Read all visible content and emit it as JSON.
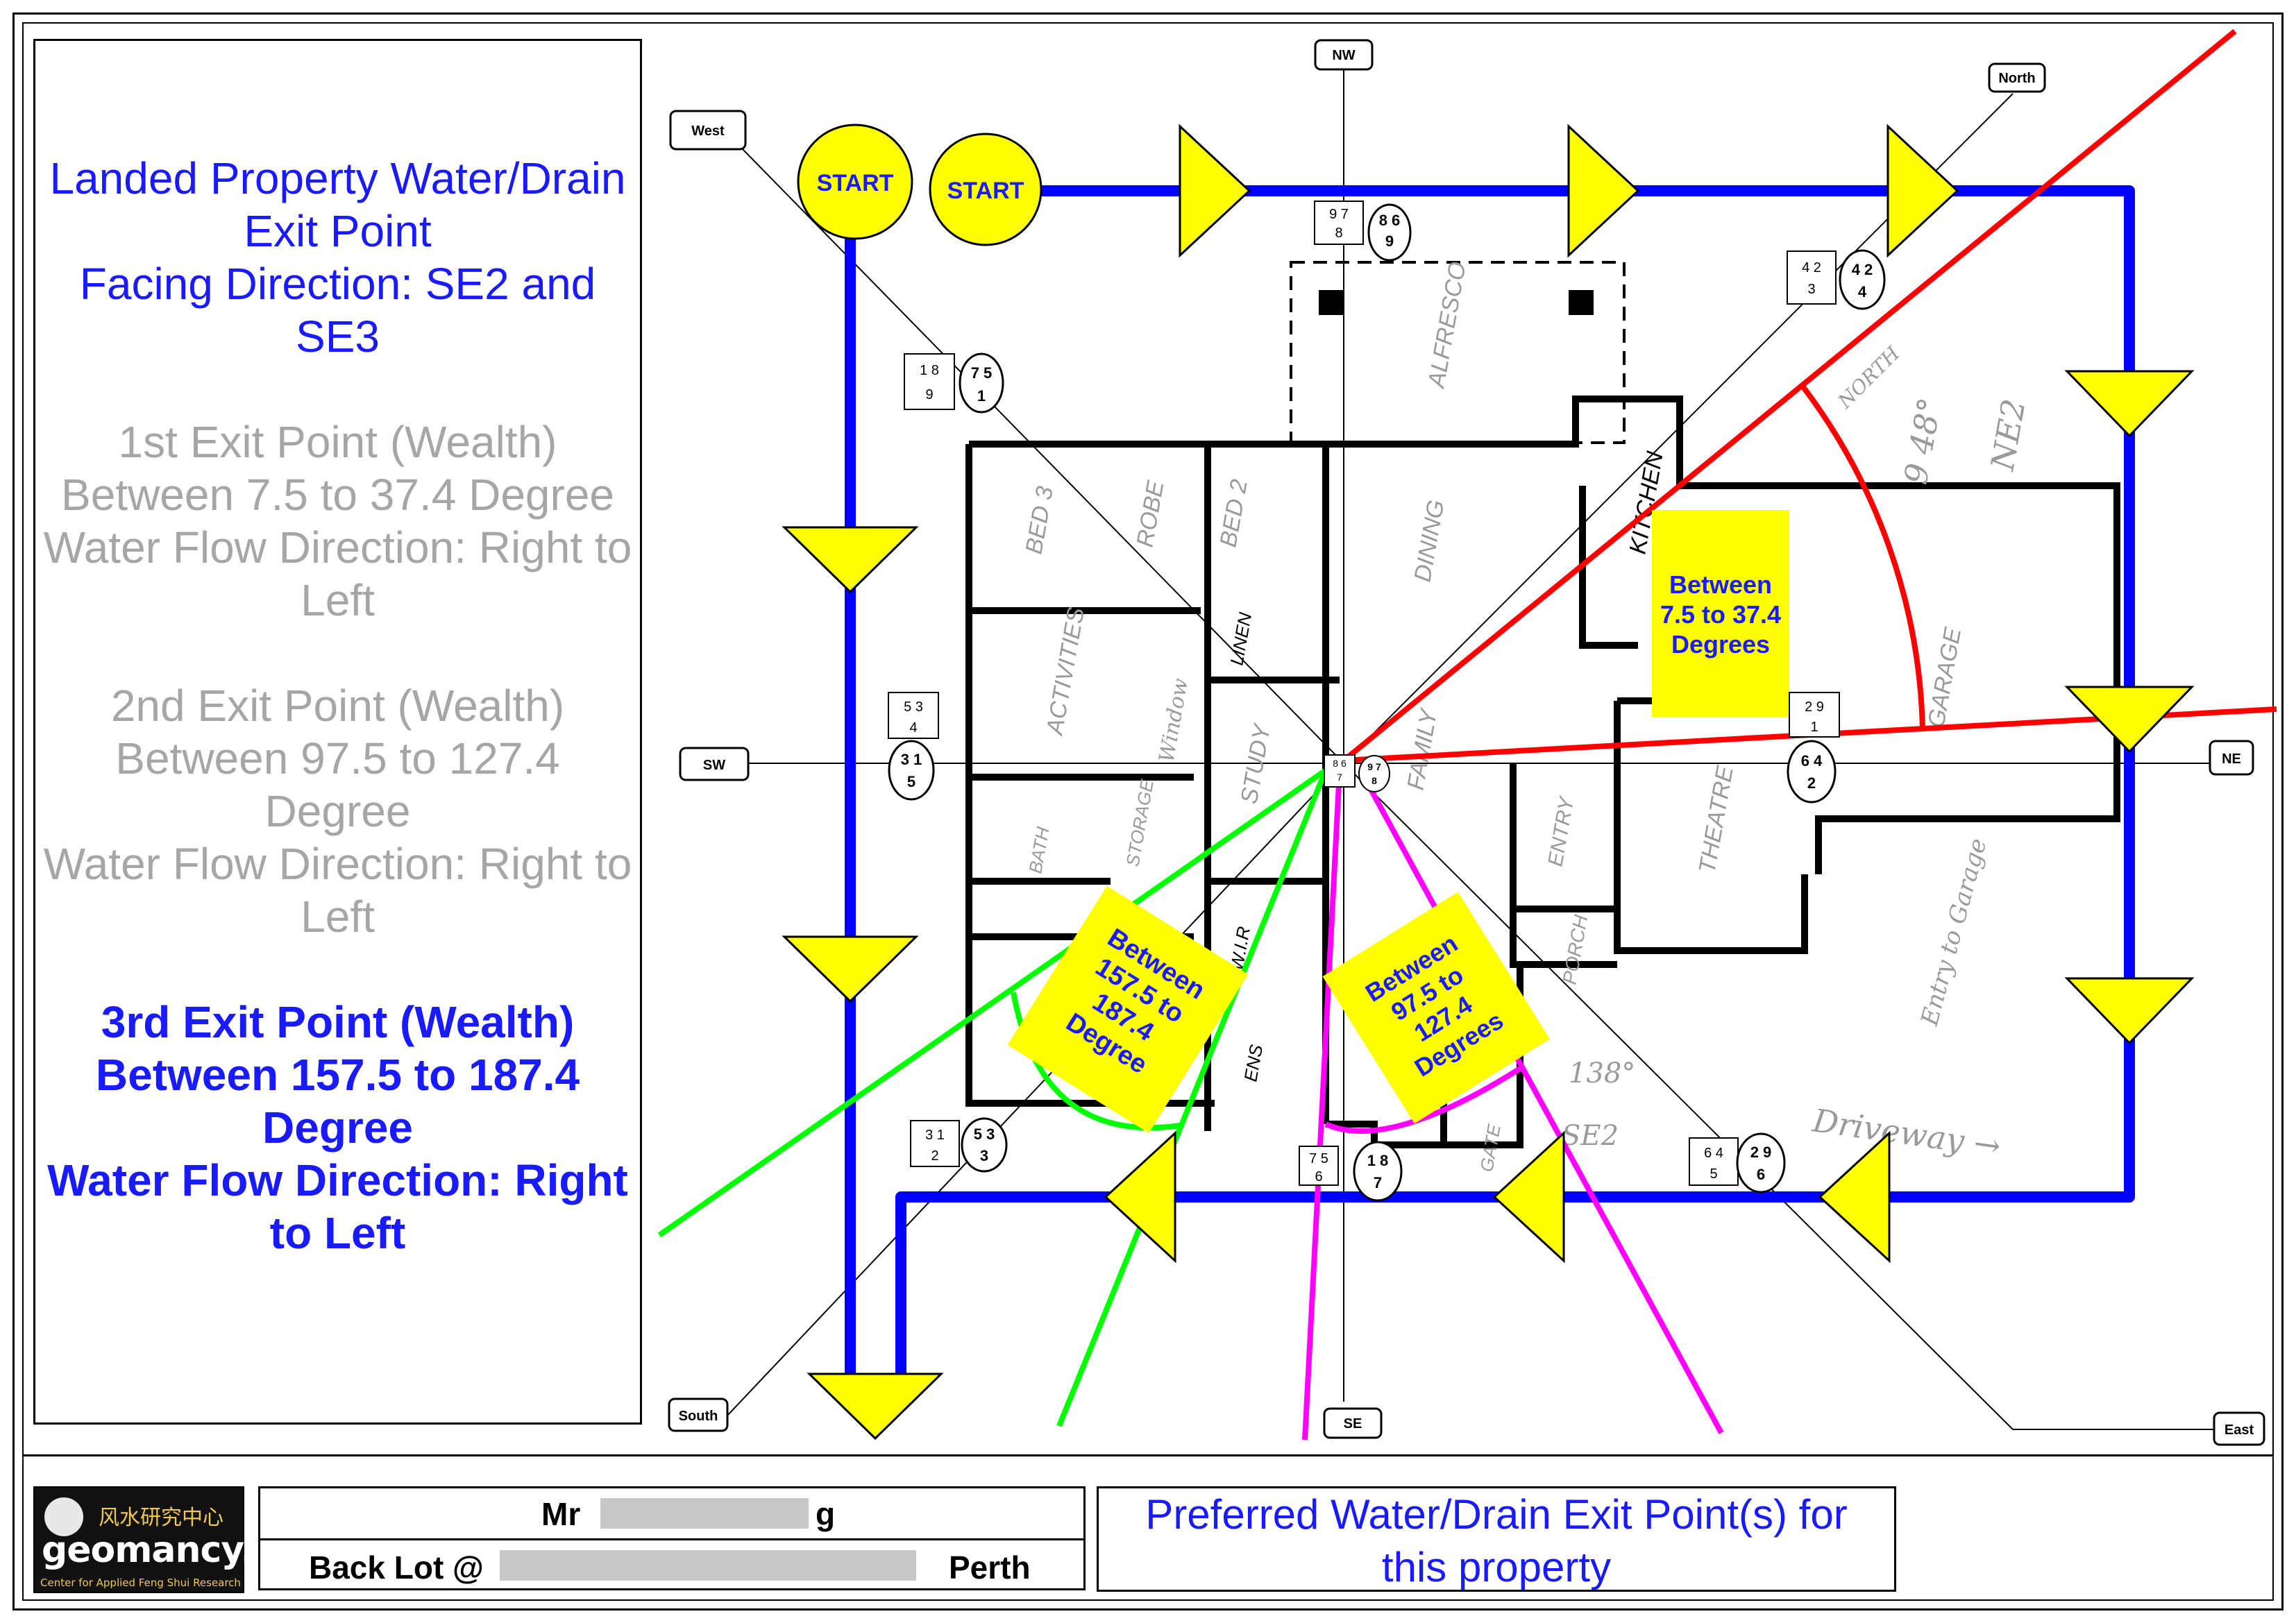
{
  "sidebar": {
    "title": [
      "Landed Property Water/Drain",
      "Exit Point",
      "Facing Direction: SE2 and",
      "SE3"
    ],
    "exit1": [
      "1st Exit Point (Wealth)",
      "Between 7.5 to 37.4 Degree",
      "Water Flow Direction: Right to",
      "Left"
    ],
    "exit2": [
      "2nd Exit Point (Wealth)",
      "Between 97.5 to 127.4",
      "Degree",
      "Water Flow Direction: Right to",
      "Left"
    ],
    "exit3": [
      "3rd Exit Point (Wealth)",
      "Between 157.5 to 187.4",
      "Degree",
      "Water Flow Direction: Right",
      "to Left"
    ]
  },
  "compass": {
    "NW": "NW",
    "North": "North",
    "West": "West",
    "SW": "SW",
    "NE": "NE",
    "South": "South",
    "SE": "SE",
    "East": "East"
  },
  "start_labels": [
    "START",
    "START"
  ],
  "zones": {
    "z1": [
      "Between",
      "7.5 to 37.4",
      "Degrees"
    ],
    "z2": [
      "Between",
      "97.5 to",
      "127.4",
      "Degrees"
    ],
    "z3": [
      "Between",
      "157.5 to",
      "187.4",
      "Degree"
    ]
  },
  "stars": {
    "nw_sq": [
      "9 7",
      "8"
    ],
    "nw_ci": [
      "8 6",
      "9"
    ],
    "w_sq": [
      "1 8",
      "9"
    ],
    "w_ci": [
      "7 5",
      "1"
    ],
    "n_sq": [
      "4 2",
      "3"
    ],
    "n_ci": [
      "4 2",
      "4"
    ],
    "sw_sq": [
      "5 3",
      "4"
    ],
    "sw_ci": [
      "3 1",
      "5"
    ],
    "c_sq": [
      "8 6",
      "7"
    ],
    "c_ci": [
      "9 7",
      "8"
    ],
    "ne_sq": [
      "2 9",
      "1"
    ],
    "ne_ci": [
      "6 4",
      "2"
    ],
    "s_sq": [
      "3 1",
      "2"
    ],
    "s_ci": [
      "5 3",
      "3"
    ],
    "se_sq": [
      "7 5",
      "6"
    ],
    "se_ci": [
      "1 8",
      "7"
    ],
    "e_sq": [
      "6 4",
      "5"
    ],
    "e_ci": [
      "2 9",
      "6"
    ]
  },
  "rooms": [
    "BED 3",
    "ROBE",
    "BED 2",
    "DINING",
    "ALFRESCO",
    "KITCHEN",
    "ACTIVITIES",
    "STUDY",
    "FAMILY",
    "THEATRE",
    "GARAGE",
    "BATH",
    "STORAGE",
    "W.I.R",
    "LINEN",
    "ENTRY",
    "PORCH",
    "ENS",
    "GATE"
  ],
  "annotations": [
    "9 48°",
    "NE2",
    "NORTH",
    "138°",
    "SE2",
    "Driveway →",
    "Entry to Garage",
    "Window"
  ],
  "footer": {
    "logo_cn": "风水研究中心",
    "logo_brand": "geomancy.net",
    "logo_sub": "Center for Applied Feng Shui Research",
    "client_name": "Mr",
    "client_name_end": "g",
    "lot_prefix": "Back Lot @",
    "lot_city": "Perth",
    "preferred": [
      "Preferred Water/Drain Exit Point(s) for",
      "this property"
    ]
  },
  "colors": {
    "water_path": "#0000ff",
    "zone1": "#ff0000",
    "zone2": "#ff00ff",
    "zone3": "#00ff00",
    "arrow": "#ffff00",
    "text_blue": "#1a1aff",
    "text_gray": "#a6a6a6"
  }
}
